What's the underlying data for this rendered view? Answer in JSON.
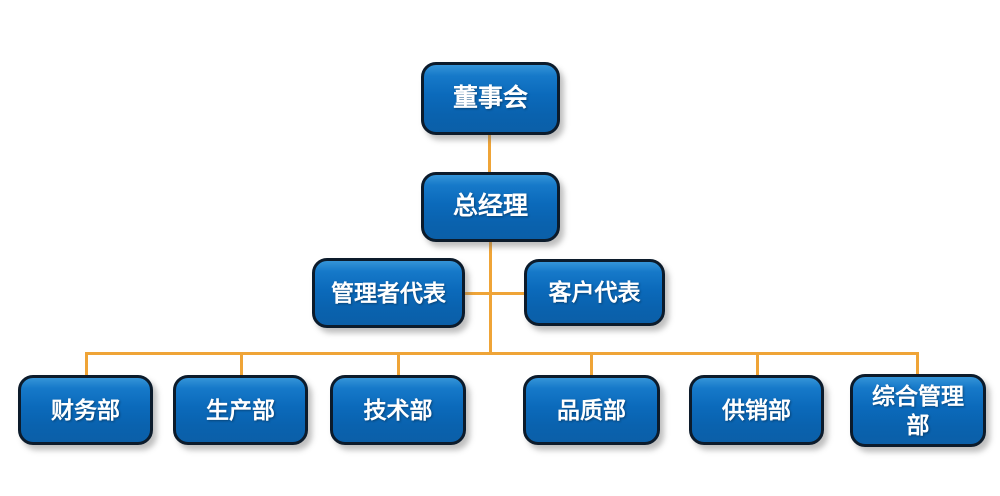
{
  "diagram": {
    "type": "org-chart",
    "title": "",
    "colors": {
      "node_fill_top": "#3494d8",
      "node_fill_bottom": "#0b5fa8",
      "node_border": "#0c1b2b",
      "node_text": "#ffffff",
      "connector": "#efa437",
      "background": "#ffffff"
    },
    "nodes": {
      "board": {
        "label": "董事会"
      },
      "gm": {
        "label": "总经理"
      },
      "mgmt_rep": {
        "label": "管理者代表"
      },
      "customer_rep": {
        "label": "客户代表"
      },
      "finance": {
        "label": "财务部"
      },
      "production": {
        "label": "生产部"
      },
      "technology": {
        "label": "技术部"
      },
      "quality": {
        "label": "品质部"
      },
      "supply_sales": {
        "label": "供销部"
      },
      "general_admin": {
        "label": "综合管理部"
      }
    },
    "edges": [
      {
        "from": "board",
        "to": "gm"
      },
      {
        "from": "gm",
        "to": "mgmt_rep"
      },
      {
        "from": "gm",
        "to": "customer_rep"
      },
      {
        "from": "gm",
        "to": "finance"
      },
      {
        "from": "gm",
        "to": "production"
      },
      {
        "from": "gm",
        "to": "technology"
      },
      {
        "from": "gm",
        "to": "quality"
      },
      {
        "from": "gm",
        "to": "supply_sales"
      },
      {
        "from": "gm",
        "to": "general_admin"
      }
    ]
  }
}
